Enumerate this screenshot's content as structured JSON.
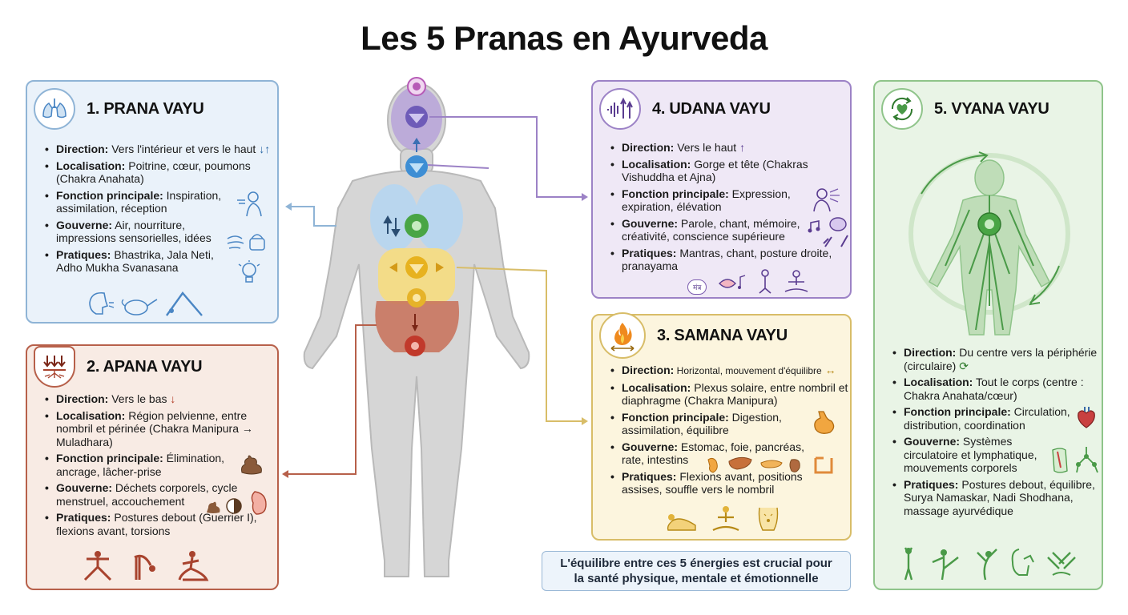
{
  "title": "Les 5 Pranas en Ayurveda",
  "colors": {
    "prana": "#4a86c4",
    "apana": "#a8432e",
    "udana": "#7a5aae",
    "samana": "#d4a82a",
    "vyana": "#4a9a48"
  },
  "prana": {
    "heading": "1. PRANA VAYU",
    "icon": "lungs-icon",
    "direction_label": "Direction:",
    "direction_text": " Vers l'intérieur et vers le haut",
    "localisation_label": "Localisation:",
    "localisation_text": " Poitrine, cœur, poumons (Chakra Anahata)",
    "fonction_label": "Fonction principale:",
    "fonction_text": " Inspiration, assimilation, réception",
    "gouverne_label": "Gouverne:",
    "gouverne_text": " Air, nourriture, impressions sensorielles, idées",
    "pratiques_label": "Pratiques:",
    "pratiques_text": " Bhastrika, Jala Neti, Adho Mukha Svanasana"
  },
  "apana": {
    "heading": "2. APANA VAYU",
    "icon": "downward-roots-icon",
    "direction_label": "Direction:",
    "direction_text": " Vers le bas",
    "localisation_label": "Localisation:",
    "localisation_text": " Région pelvienne, entre nombril et périnée (Chakra Manipura → Muladhara)",
    "fonction_label": "Fonction principale:",
    "fonction_text": " Élimination, ancrage, lâcher-prise",
    "gouverne_label": "Gouverne:",
    "gouverne_text": " Déchets corporels, cycle menstruel, accouchement",
    "pratiques_label": "Pratiques:",
    "pratiques_text": " Postures debout (Guerrier I), flexions avant, torsions"
  },
  "udana": {
    "heading": "4. UDANA VAYU",
    "icon": "sound-wave-up-icon",
    "direction_label": "Direction:",
    "direction_text": " Vers le haut",
    "localisation_label": "Localisation:",
    "localisation_text": " Gorge et tête (Chakras Vishuddha et Ajna)",
    "fonction_label": "Fonction principale:",
    "fonction_text": " Expression, expiration, élévation",
    "gouverne_label": "Gouverne:",
    "gouverne_text": " Parole, chant, mémoire, créativité, conscience supérieure",
    "pratiques_label": "Pratiques:",
    "pratiques_text": " Mantras, chant, posture droite, pranayama",
    "mantra_badge": "मंत्र"
  },
  "samana": {
    "heading": "3. SAMANA VAYU",
    "icon": "flame-icon",
    "direction_label": "Direction:",
    "direction_text": " Horizontal, mouvement d'équilibre",
    "localisation_label": "Localisation:",
    "localisation_text": " Plexus solaire, entre nombril et diaphragme (Chakra Manipura)",
    "fonction_label": "Fonction principale:",
    "fonction_text": " Digestion, assimilation, équilibre",
    "gouverne_label": "Gouverne:",
    "gouverne_text": " Estomac, foie, pancréas, rate, intestins",
    "pratiques_label": "Pratiques:",
    "pratiques_text": " Flexions avant, positions assises, souffle vers le nombril"
  },
  "vyana": {
    "heading": "5. VYANA VAYU",
    "icon": "circulating-heart-icon",
    "direction_label": "Direction:",
    "direction_text": " Du centre vers la périphérie (circulaire)",
    "localisation_label": "Localisation:",
    "localisation_text": " Tout le corps (centre : Chakra Anahata/cœur)",
    "fonction_label": "Fonction principale:",
    "fonction_text": " Circulation, distribution, coordination",
    "gouverne_label": "Gouverne:",
    "gouverne_text": " Systèmes circulatoire et lymphatique, mouvements corporels",
    "pratiques_label": "Pratiques:",
    "pratiques_text": " Postures debout, équilibre, Surya Namaskar, Nadi Shodhana, massage ayurvédique"
  },
  "footer": {
    "line1": "L'équilibre entre ces 5 énergies est crucial pour",
    "line2": "la santé physique, mentale et émotionnelle"
  }
}
